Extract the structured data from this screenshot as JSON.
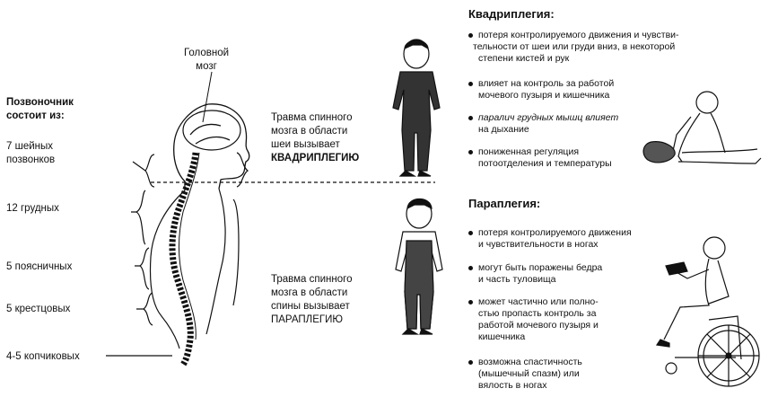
{
  "brain_label": [
    "Головной",
    "мозг"
  ],
  "spine_intro": [
    "Позвоночник",
    "состоит из:"
  ],
  "vertebrae": [
    [
      "7 шейных",
      "позвонков"
    ],
    [
      "12 грудных"
    ],
    [
      "5 поясничных"
    ],
    [
      "5 крестцовых"
    ],
    [
      "4-5 копчиковых"
    ]
  ],
  "injury_neck": [
    "Травма спинного",
    "мозга в области",
    "шеи вызывает",
    "КВАДРИПЛЕГИЮ"
  ],
  "injury_back": [
    "Травма спинного",
    "мозга в области",
    "спины вызывает",
    "ПАРАПЛЕГИЮ"
  ],
  "quadriplegia": {
    "title": "Квадриплегия:",
    "bullets": [
      [
        "потеря контролируемого движения и чувстви-",
        "тельности от шеи или груди вниз, в некоторой",
        "степени кистей и рук"
      ],
      [
        "влияет на контроль за работой",
        "мочевого пузыря и кишечника"
      ],
      [
        "паралич грудных мышц влияет",
        "на дыхание"
      ],
      [
        "пониженная регуляция",
        "потоотделения и температуры"
      ]
    ]
  },
  "paraplegia": {
    "title": "Параплегия:",
    "bullets": [
      [
        "потеря контролируемого движения",
        "и чувствительности в ногах"
      ],
      [
        "могут быть поражены бедра",
        "и часть туловища"
      ],
      [
        "может частично или полно-",
        "стью пропасть контроль за",
        "работой мочевого пузыря и",
        "кишечника"
      ],
      [
        "возможна спастичность",
        "(мышечный спазм) или",
        "вялость в ногах"
      ]
    ]
  }
}
